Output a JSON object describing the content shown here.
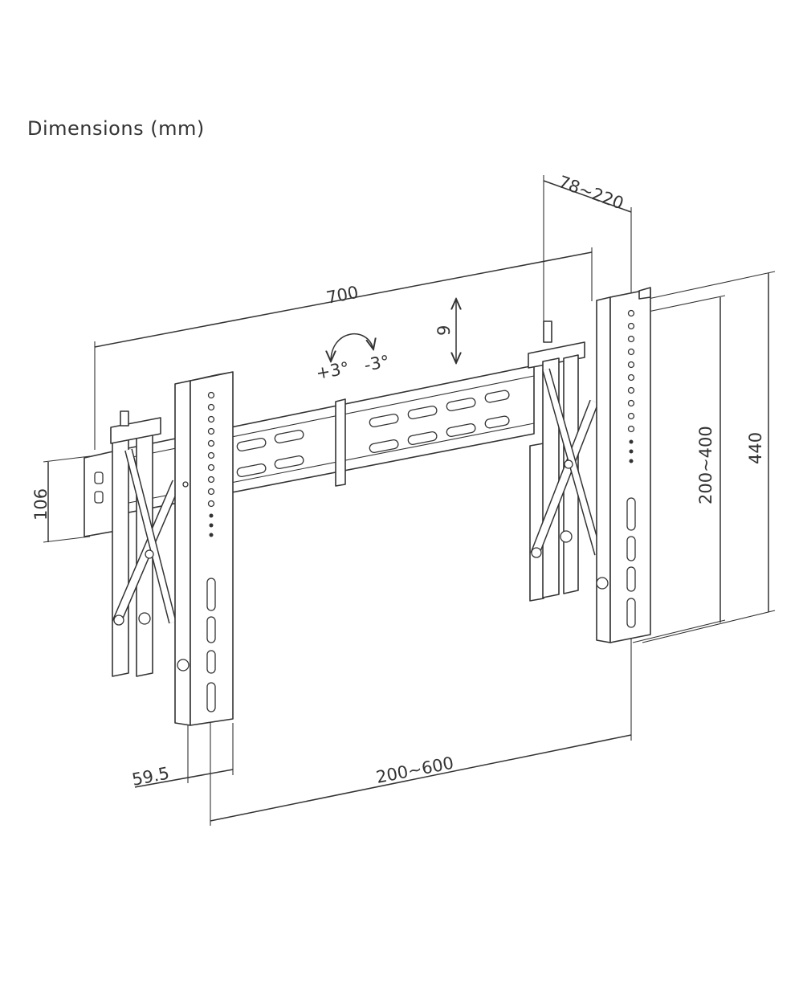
{
  "title": "Dimensions (mm)",
  "dimensions": {
    "width_total": "700",
    "depth": "78~220",
    "height_total": "440",
    "vertical_spacing": "200~400",
    "horizontal_spacing": "200~600",
    "rail_height": "106",
    "arm_width": "59.5",
    "vertical_adjust": "9",
    "tilt_plus": "+3°",
    "tilt_minus": "-3°"
  },
  "colors": {
    "line": "#333333",
    "background": "#ffffff"
  }
}
